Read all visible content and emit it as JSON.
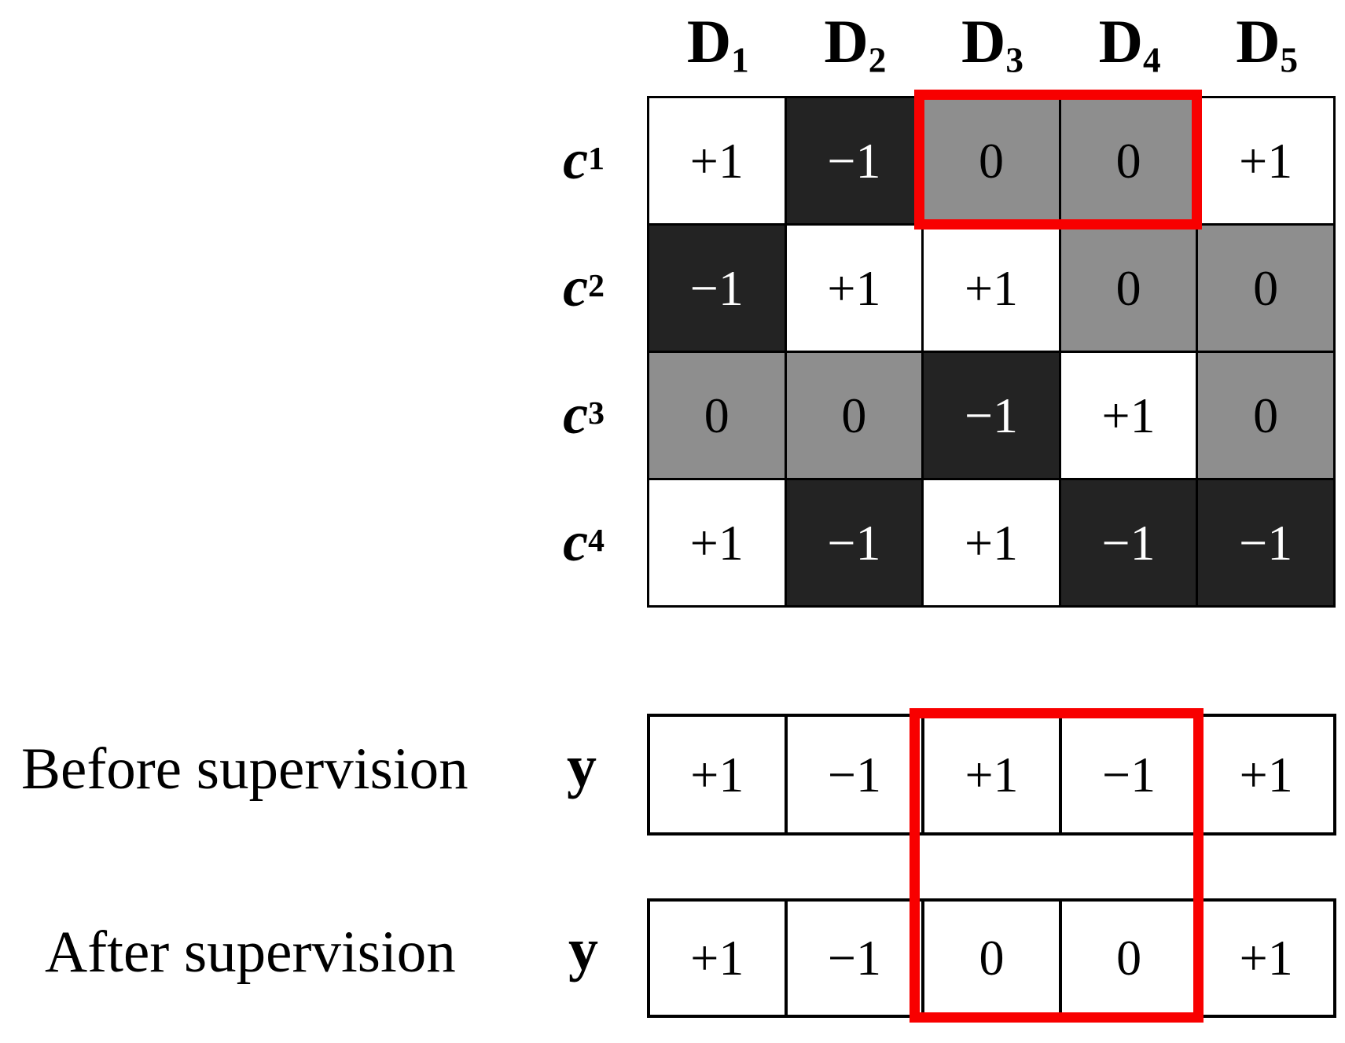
{
  "matrix": {
    "column_headers": [
      {
        "base": "D",
        "sub": "1"
      },
      {
        "base": "D",
        "sub": "2"
      },
      {
        "base": "D",
        "sub": "3"
      },
      {
        "base": "D",
        "sub": "4"
      },
      {
        "base": "D",
        "sub": "5"
      }
    ],
    "row_headers": [
      {
        "base": "c",
        "sub": "1"
      },
      {
        "base": "c",
        "sub": "2"
      },
      {
        "base": "c",
        "sub": "3"
      },
      {
        "base": "c",
        "sub": "4"
      }
    ],
    "cells": [
      [
        {
          "value": "+1",
          "shade": "white"
        },
        {
          "value": "−1",
          "shade": "black"
        },
        {
          "value": "0",
          "shade": "gray"
        },
        {
          "value": "0",
          "shade": "gray"
        },
        {
          "value": "+1",
          "shade": "white"
        }
      ],
      [
        {
          "value": "−1",
          "shade": "black"
        },
        {
          "value": "+1",
          "shade": "white"
        },
        {
          "value": "+1",
          "shade": "white"
        },
        {
          "value": "0",
          "shade": "gray"
        },
        {
          "value": "0",
          "shade": "gray"
        }
      ],
      [
        {
          "value": "0",
          "shade": "gray"
        },
        {
          "value": "0",
          "shade": "gray"
        },
        {
          "value": "−1",
          "shade": "black"
        },
        {
          "value": "+1",
          "shade": "white"
        },
        {
          "value": "0",
          "shade": "gray"
        }
      ],
      [
        {
          "value": "+1",
          "shade": "white"
        },
        {
          "value": "−1",
          "shade": "black"
        },
        {
          "value": "+1",
          "shade": "white"
        },
        {
          "value": "−1",
          "shade": "black"
        },
        {
          "value": "−1",
          "shade": "black"
        }
      ]
    ],
    "highlight": {
      "row": "c1",
      "columns": [
        "D3",
        "D4"
      ]
    }
  },
  "vectors": {
    "before": {
      "label": "Before supervision",
      "symbol": "y",
      "values": [
        "+1",
        "−1",
        "+1",
        "−1",
        "+1"
      ]
    },
    "after": {
      "label": "After supervision",
      "symbol": "y",
      "values": [
        "+1",
        "−1",
        "0",
        "0",
        "+1"
      ]
    },
    "highlight_columns": [
      "D3",
      "D4"
    ]
  },
  "colors": {
    "cell_black": "#232323",
    "cell_gray": "#8e8e8e",
    "cell_white": "#ffffff",
    "highlight_red": "#f80000",
    "text_on_black": "#ffffff",
    "text_on_light": "#000000"
  }
}
